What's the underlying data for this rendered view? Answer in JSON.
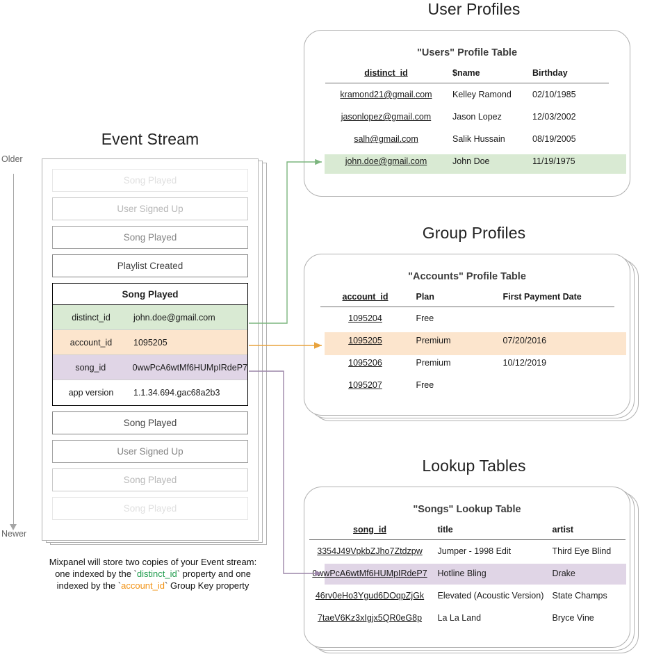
{
  "sections": {
    "user_profiles_title": "User Profiles",
    "group_profiles_title": "Group Profiles",
    "lookup_tables_title": "Lookup Tables",
    "event_stream_title": "Event Stream"
  },
  "time_axis": {
    "older_label": "Older",
    "newer_label": "Newer"
  },
  "event_stream": {
    "events_before": [
      {
        "label": "Song Played",
        "fade": "ev-fade1"
      },
      {
        "label": "User Signed Up",
        "fade": "ev-fade2"
      },
      {
        "label": "Song Played",
        "fade": "ev-fade3"
      },
      {
        "label": "Playlist Created",
        "fade": "ev-full"
      }
    ],
    "expanded_event": {
      "title": "Song Played",
      "properties": [
        {
          "key": "distinct_id",
          "value": "john.doe@gmail.com",
          "highlight": "#d9ead3"
        },
        {
          "key": "account_id",
          "value": "1095205",
          "highlight": "#fce5cd"
        },
        {
          "key": "song_id",
          "value": "0wwPcA6wtMf6HUMpIRdeP7",
          "highlight": "#e0d5e6"
        },
        {
          "key": "app version",
          "value": "1.1.34.694.gac68a2b3",
          "highlight": "#ffffff"
        }
      ]
    },
    "events_after": [
      {
        "label": "Song Played",
        "fade": "ev-full"
      },
      {
        "label": "User Signed Up",
        "fade": "ev-fade3"
      },
      {
        "label": "Song Played",
        "fade": "ev-fade2"
      },
      {
        "label": "Song Played",
        "fade": "ev-fade1"
      }
    ]
  },
  "users_table": {
    "title": "\"Users\" Profile Table",
    "columns": [
      "distinct_id",
      "$name",
      "Birthday"
    ],
    "rows": [
      {
        "cells": [
          "kramond21@gmail.com",
          "Kelley Ramond",
          "02/10/1985"
        ],
        "highlight": ""
      },
      {
        "cells": [
          "jasonlopez@gmail.com",
          "Jason Lopez",
          "12/03/2002"
        ],
        "highlight": ""
      },
      {
        "cells": [
          "salh@gmail.com",
          "Salik Hussain",
          "08/19/2005"
        ],
        "highlight": ""
      },
      {
        "cells": [
          "john.doe@gmail.com",
          "John Doe",
          "11/19/1975"
        ],
        "highlight": "hl-green"
      }
    ]
  },
  "accounts_table": {
    "title": "\"Accounts\" Profile Table",
    "columns": [
      "account_id",
      "Plan",
      "First Payment Date"
    ],
    "rows": [
      {
        "cells": [
          "1095204",
          "Free",
          ""
        ],
        "highlight": ""
      },
      {
        "cells": [
          "1095205",
          "Premium",
          "07/20/2016"
        ],
        "highlight": "hl-orange"
      },
      {
        "cells": [
          "1095206",
          "Premium",
          "10/12/2019"
        ],
        "highlight": ""
      },
      {
        "cells": [
          "1095207",
          "Free",
          ""
        ],
        "highlight": ""
      }
    ]
  },
  "songs_table": {
    "title": "\"Songs\" Lookup Table",
    "columns": [
      "song_id",
      "title",
      "artist"
    ],
    "rows": [
      {
        "cells": [
          "3354J49VpkbZJho7Ztdzpw",
          "Jumper - 1998 Edit",
          "Third Eye Blind"
        ],
        "highlight": ""
      },
      {
        "cells": [
          "0wwPcA6wtMf6HUMpIRdeP7",
          "Hotline Bling",
          "Drake"
        ],
        "highlight": "hl-purple"
      },
      {
        "cells": [
          "46rv0eHo3Ygud6DOqpZjGk",
          "Elevated (Acoustic Version)",
          "State Champs"
        ],
        "highlight": ""
      },
      {
        "cells": [
          "7taeV6Kz3xIgjx5QR0eG8p",
          "La La Land",
          "Bryce Vine"
        ],
        "highlight": ""
      }
    ]
  },
  "caption": {
    "line1": "Mixpanel will store two copies of your Event stream:",
    "line2_a": "one indexed by the `",
    "line2_key": "distinct_id",
    "line2_b": "` property and one",
    "line3_a": "indexed by the `",
    "line3_key": "account_id",
    "line3_b": "` Group Key property"
  },
  "colors": {
    "green": "#d9ead3",
    "green_line": "#7cb57e",
    "orange": "#fce5cd",
    "orange_line": "#e8a33d",
    "purple": "#e0d5e6",
    "purple_line": "#9c86a8",
    "card_border": "#b0b0b0"
  }
}
